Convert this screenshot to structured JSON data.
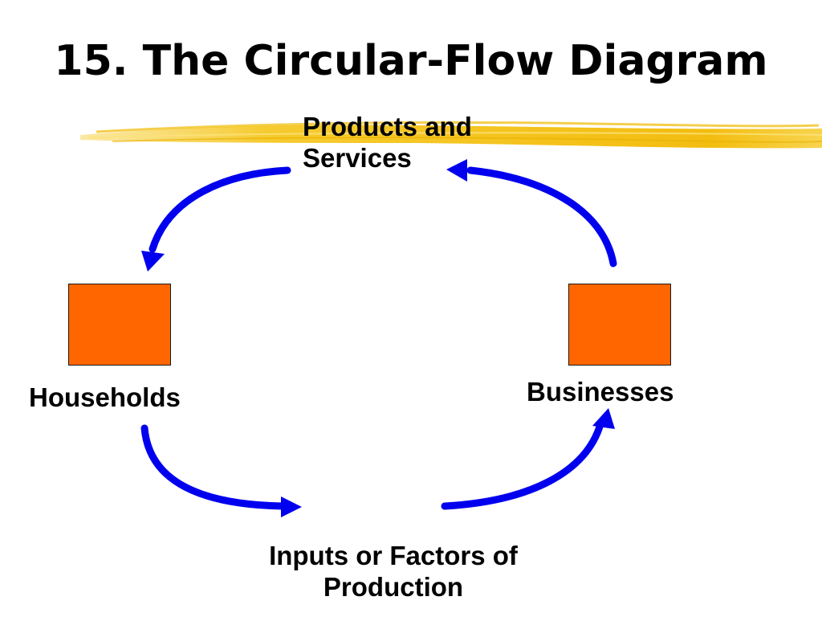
{
  "title": "15. The Circular-Flow Diagram",
  "colors": {
    "accent_highlight": "#f5c518",
    "box_fill": "#ff6600",
    "arrow": "#0000ee"
  },
  "nodes": {
    "products_services": "Products and\nServices",
    "households": "Households",
    "businesses": "Businesses",
    "inputs_factors": "Inputs or Factors of\nProduction"
  },
  "icons": {
    "highlight": "yellow-brush-stroke",
    "arrow": "curved-arrow"
  }
}
